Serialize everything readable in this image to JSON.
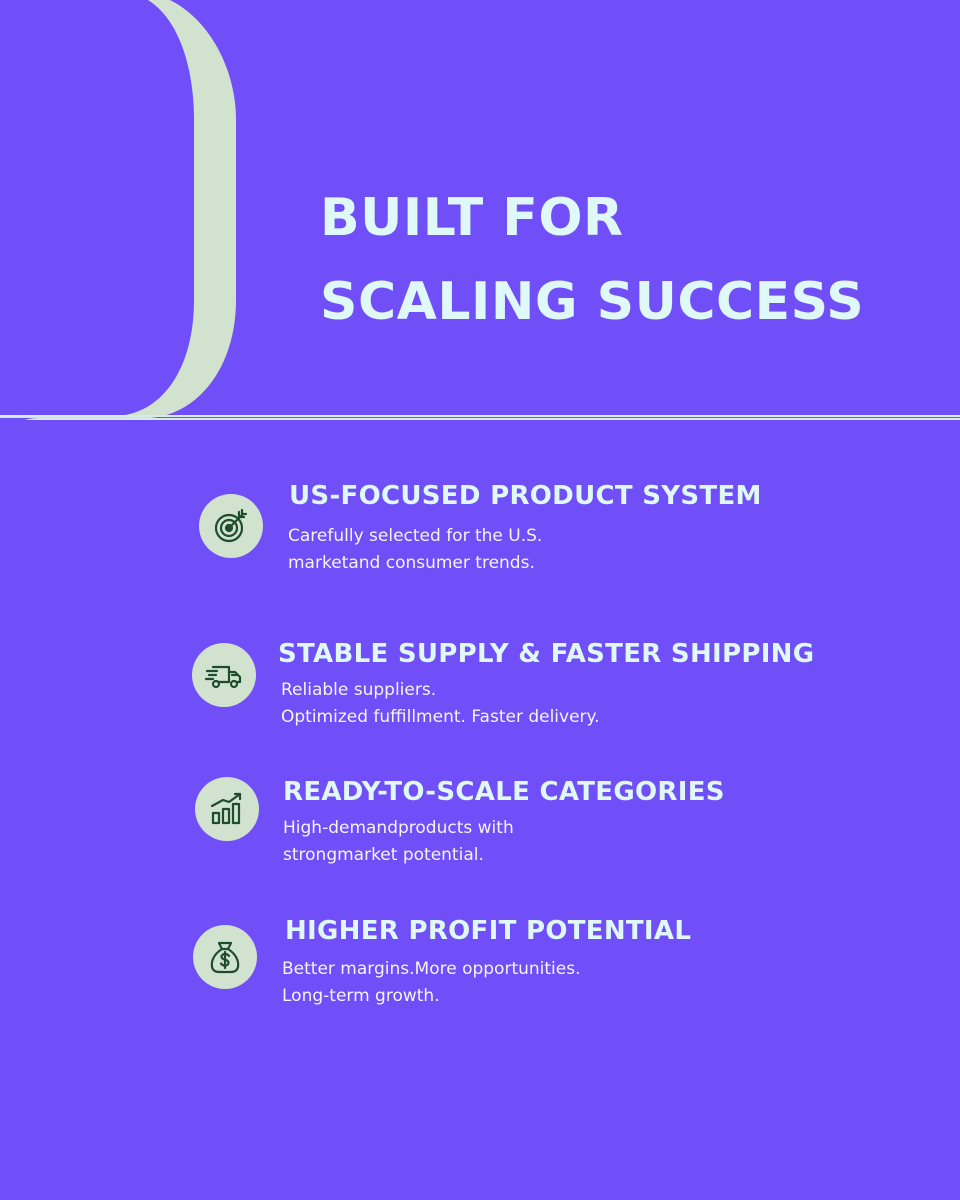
{
  "hero": {
    "title_line1": "BUILT FOR",
    "title_line2": "SCALING SUCCESS"
  },
  "colors": {
    "background": "#704ef8",
    "accent": "#d1e3cf",
    "heading": "#dff8f8",
    "icon_stroke": "#1e4d2c",
    "outline": "#d7ece8"
  },
  "features": [
    {
      "icon": "target-icon",
      "title": "US-FOCUSED PRODUCT SYSTEM",
      "desc_line1": "Carefully selected for the U.S.",
      "desc_line2": "marketand consumer trends."
    },
    {
      "icon": "delivery-truck-icon",
      "title": "STABLE SUPPLY & FASTER SHIPPING",
      "desc_line1": "Reliable suppliers.",
      "desc_line2": "Optimized fuffillment. Faster delivery."
    },
    {
      "icon": "growth-chart-icon",
      "title": "READY-TO-SCALE CATEGORIES",
      "desc_line1": "High-demandproducts with",
      "desc_line2": "strongmarket potential."
    },
    {
      "icon": "money-bag-icon",
      "title": "HIGHER PROFIT POTENTIAL",
      "desc_line1": "Better margins.More opportunities.",
      "desc_line2": "Long-term growth."
    }
  ]
}
